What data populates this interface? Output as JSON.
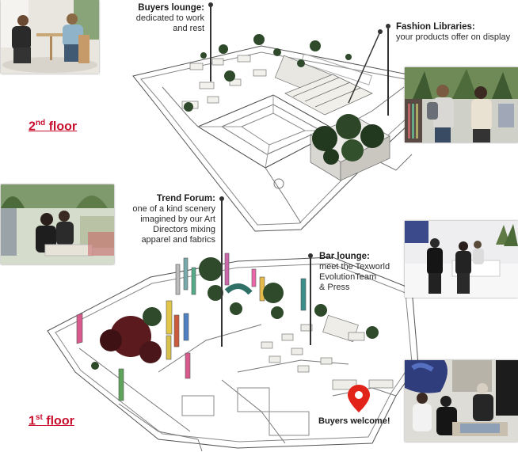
{
  "floors": {
    "second": {
      "num": "2",
      "suffix": "nd",
      "word": "floor"
    },
    "first": {
      "num": "1",
      "suffix": "st",
      "word": "floor"
    }
  },
  "callouts": {
    "buyers_lounge": {
      "title": "Buyers lounge:",
      "body": [
        "dedicated to work",
        "and rest"
      ]
    },
    "fashion_libraries": {
      "title": "Fashion Libraries:",
      "body": [
        "your products offer on display"
      ]
    },
    "trend_forum": {
      "title": "Trend Forum:",
      "body": [
        "one of a kind scenery",
        "imagined by our Art",
        "Directors mixing",
        "apparel and fabrics"
      ]
    },
    "bar_lounge": {
      "title": "Bar lounge:",
      "body": [
        "meet the Texworld",
        "EvolutionTeam",
        "& Press"
      ]
    },
    "buyers_welcome": {
      "title": "Buyers welcome!"
    }
  },
  "colors": {
    "floor_label": "#c8102e",
    "pin": "#e2231a",
    "plant": "#2e4a2a",
    "plant_dark_red": "#5a1a1e"
  },
  "icons": [
    "location-pin-icon"
  ]
}
